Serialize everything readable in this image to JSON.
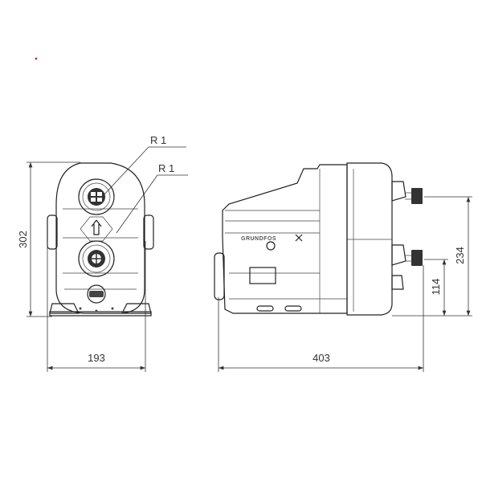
{
  "drawing": {
    "callouts": {
      "top_connection": "R 1",
      "bottom_connection": "R 1"
    },
    "dimensions": {
      "front_height": "302",
      "front_width": "193",
      "side_length": "403",
      "outlet_height": "234",
      "inlet_height": "114"
    },
    "logo_text": "GRUNDFOS",
    "colors": {
      "line": "#222222",
      "marker": "#e02020"
    }
  }
}
